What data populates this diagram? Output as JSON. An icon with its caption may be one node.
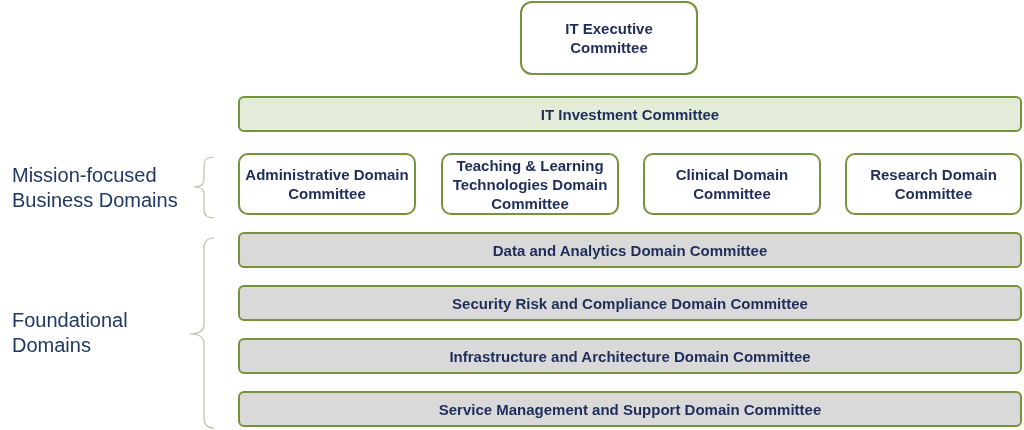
{
  "diagram": {
    "nodes": [
      {
        "text": [
          "IT Executive Committee"
        ]
      },
      {
        "text": [
          "IT Investment Committee"
        ]
      },
      {
        "text": [
          "Administrative Domain Committee"
        ]
      },
      {
        "text": [
          "Teaching & Learning Technologies Domain Committee"
        ]
      },
      {
        "text": [
          "Clinical Domain Committee"
        ]
      },
      {
        "text": [
          "Research Domain Committee"
        ]
      },
      {
        "text": [
          "Data and Analytics Domain Committee"
        ]
      },
      {
        "text": [
          "Security Risk and Compliance Domain Committee"
        ]
      },
      {
        "text": [
          "Infrastructure and Architecture Domain Committee"
        ]
      },
      {
        "text": [
          "Service Management and Support Domain Committee"
        ]
      }
    ],
    "labels": [
      "Mission-focused Business Domains",
      "Foundational Domains"
    ]
  }
}
